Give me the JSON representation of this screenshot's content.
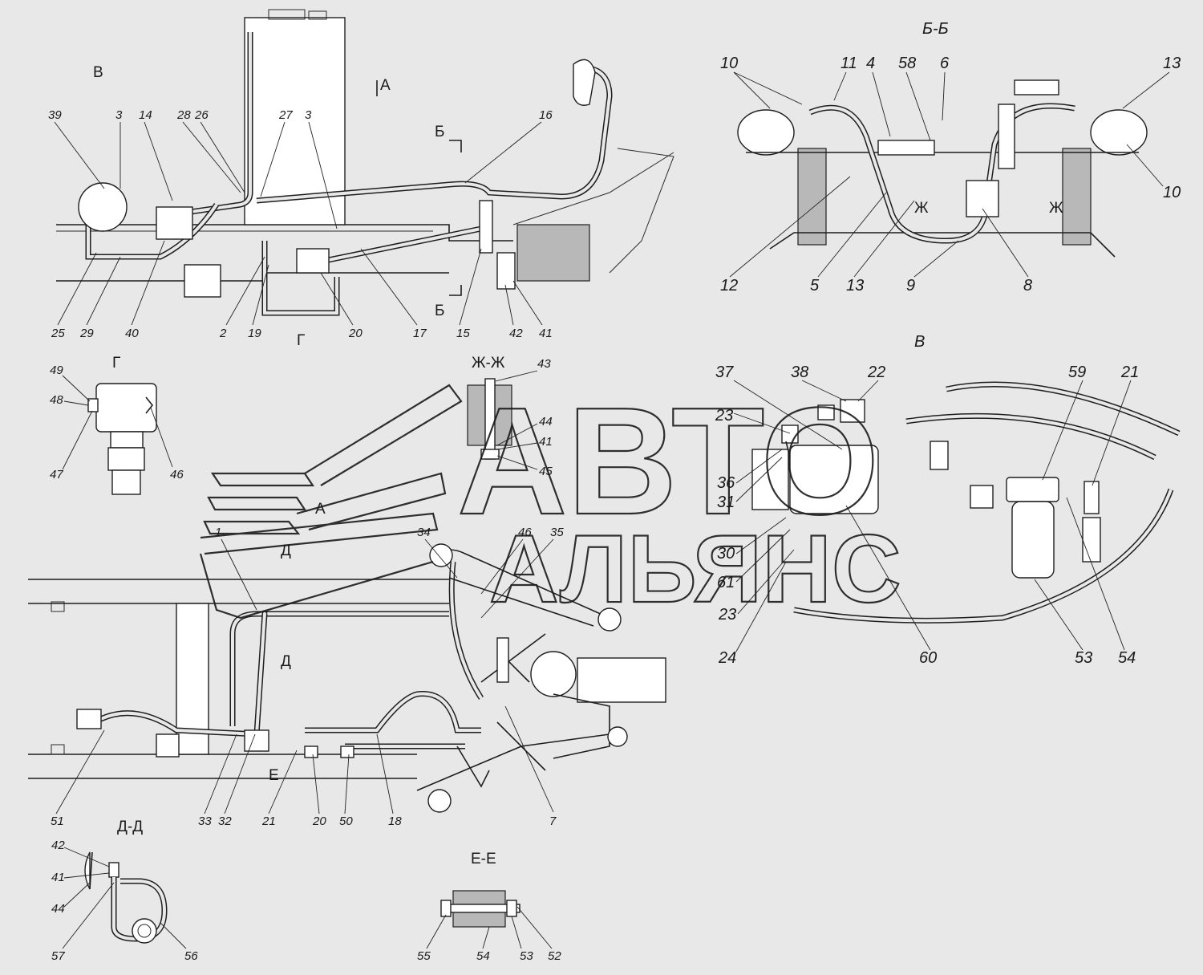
{
  "sections": {
    "view_b": "В",
    "view_a": "А",
    "cut_bb": "Б",
    "cut_bb_title": "Б-Б",
    "view_g": "Г",
    "cut_zhzh_title": "Ж-Ж",
    "cut_dd_title": "Д-Д",
    "cut_ee_title": "Е-Е",
    "view_v_title": "В",
    "zh": "Ж",
    "d": "Д",
    "e": "Е"
  },
  "labels_top_left": [
    "39",
    "3",
    "14",
    "28",
    "26",
    "27",
    "3",
    "16",
    "25",
    "29",
    "40",
    "2",
    "19",
    "20",
    "17",
    "15",
    "42",
    "41"
  ],
  "labels_bb": [
    "10",
    "11",
    "4",
    "58",
    "6",
    "13",
    "10",
    "12",
    "5",
    "13",
    "9",
    "8"
  ],
  "labels_g": [
    "49",
    "48",
    "47",
    "46"
  ],
  "labels_zhzh": [
    "43",
    "44",
    "41",
    "45"
  ],
  "labels_v": [
    "37",
    "38",
    "22",
    "59",
    "21",
    "23",
    "36",
    "31",
    "30",
    "61",
    "23",
    "24",
    "60",
    "53",
    "54"
  ],
  "labels_bottom": [
    "1",
    "34",
    "46",
    "35",
    "51",
    "33",
    "32",
    "21",
    "20",
    "50",
    "18",
    "7"
  ],
  "labels_dd": [
    "42",
    "41",
    "44",
    "57",
    "56"
  ],
  "labels_ee": [
    "55",
    "54",
    "53",
    "52"
  ],
  "watermark": {
    "line1": "АВТО",
    "line2": "АЛЬЯНС"
  }
}
